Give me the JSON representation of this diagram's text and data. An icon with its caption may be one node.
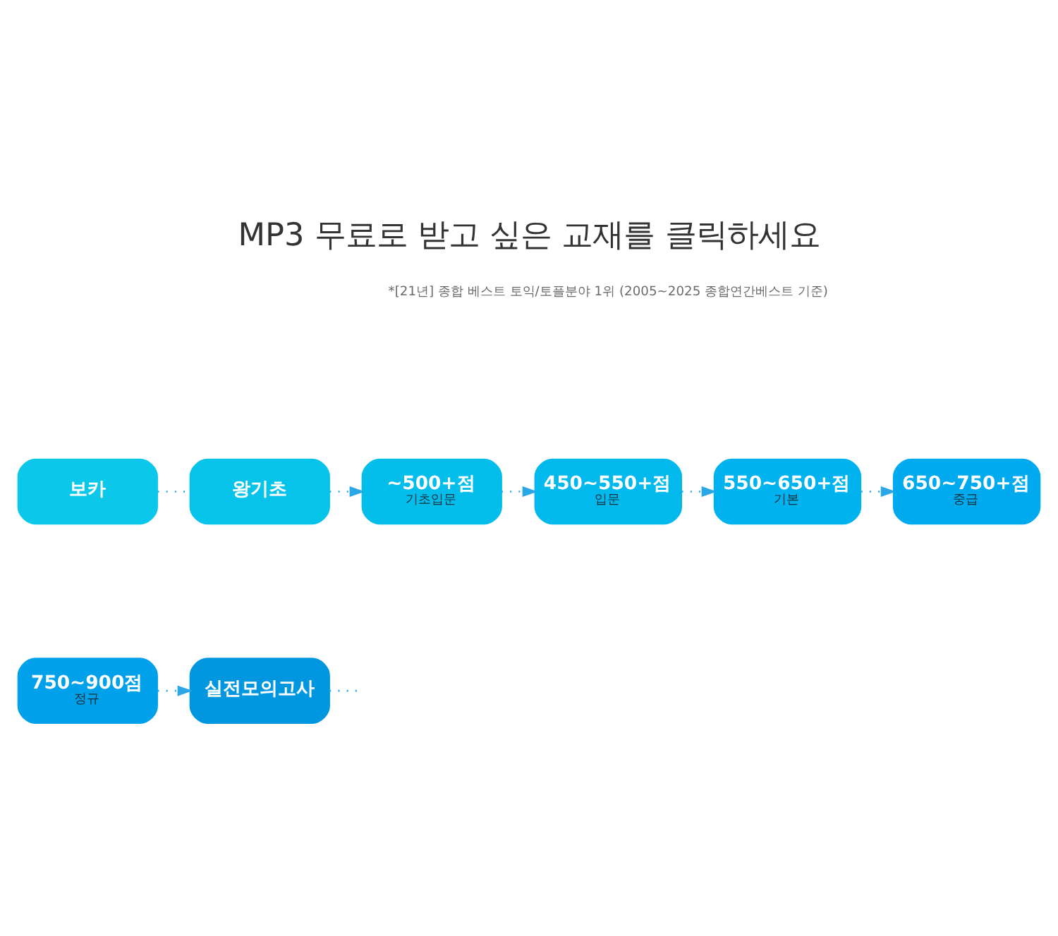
{
  "diagram": {
    "title": "MP3 무료로 받고 싶은 교재를 클릭하세요",
    "nodes": [
      {
        "text": [
          "보카"
        ]
      },
      {
        "text": [
          "왕기초"
        ]
      },
      {
        "text": [
          "~500+점",
          "기초입문"
        ]
      },
      {
        "text": [
          "450~550+점",
          "입문"
        ]
      },
      {
        "text": [
          "550~650+점",
          "기본"
        ]
      },
      {
        "text": [
          "650~750+점",
          "중급"
        ]
      },
      {
        "text": [
          "750~900점",
          "정규"
        ]
      },
      {
        "text": [
          "실전모의고사"
        ]
      }
    ],
    "edges": [
      {
        "from": 0,
        "to": 1,
        "arrow": "none"
      },
      {
        "from": 1,
        "to": 2,
        "arrow": "to"
      },
      {
        "from": 2,
        "to": 3,
        "arrow": "to"
      },
      {
        "from": 3,
        "to": 4,
        "arrow": "to"
      },
      {
        "from": 4,
        "to": 5,
        "arrow": "to"
      },
      {
        "from": 6,
        "to": 7,
        "arrow": "to"
      },
      {
        "from": 7,
        "to": null,
        "arrow": "none"
      }
    ],
    "labels": [
      "*[21년] 종합 베스트 토익/토플분야 1위 (2005~2025 종합연간베스트 기준)"
    ]
  }
}
